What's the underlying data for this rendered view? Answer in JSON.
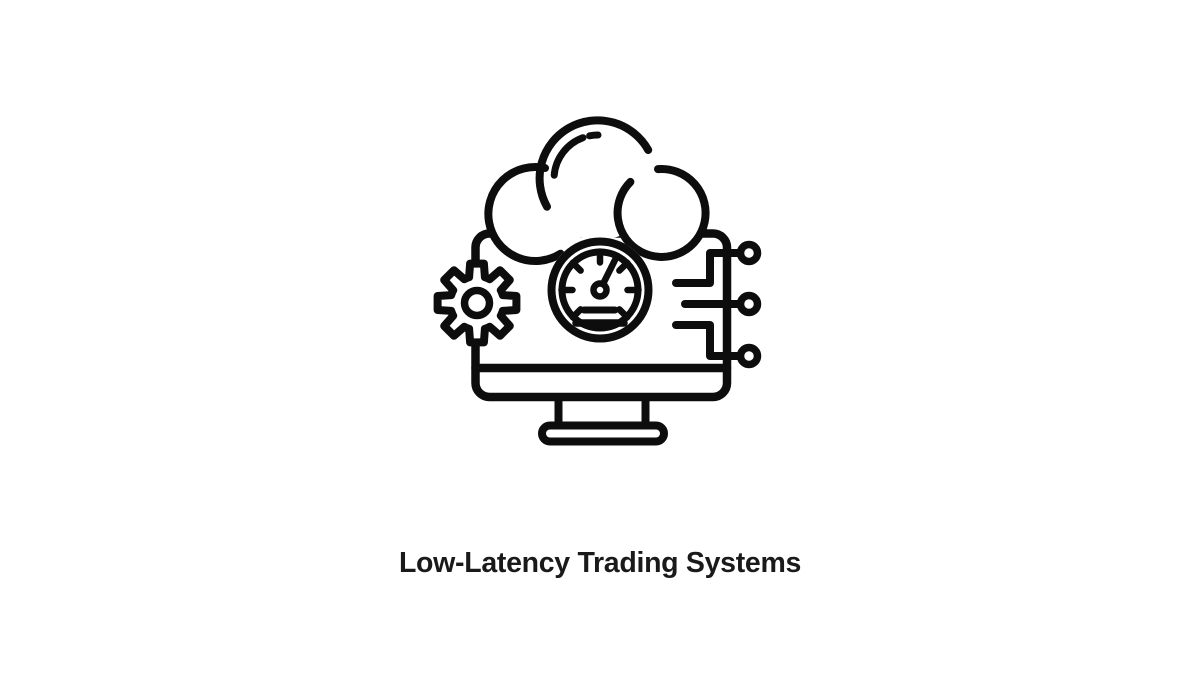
{
  "page": {
    "background_color": "#ffffff"
  },
  "illustration": {
    "name": "cloud-trading-performance-illustration",
    "line_color": "#0d0d0d",
    "parts": [
      "cloud",
      "speedometer-gauge",
      "gear",
      "computer-monitor",
      "circuit-traces-with-nodes"
    ],
    "node_count": 3,
    "gauge_tick_count": 7
  },
  "caption": {
    "title": "Low-Latency Trading Systems",
    "color": "#1a1a1a"
  }
}
